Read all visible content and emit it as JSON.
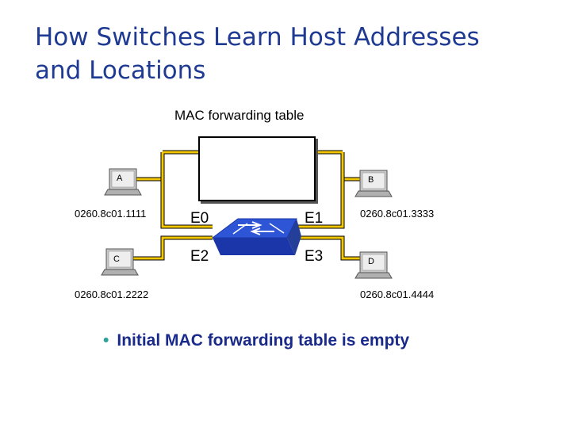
{
  "slide": {
    "title_line1": "How Switches Learn Host Addresses",
    "title_line2": "and Locations"
  },
  "table": {
    "caption": "MAC forwarding  table"
  },
  "ports": {
    "e0": "E0",
    "e1": "E1",
    "e2": "E2",
    "e3": "E3"
  },
  "hosts": {
    "a": {
      "label": "A",
      "mac": "0260.8c01.1111"
    },
    "b": {
      "label": "B",
      "mac": "0260.8c01.3333"
    },
    "c": {
      "label": "C",
      "mac": "0260.8c01.2222"
    },
    "d": {
      "label": "D",
      "mac": "0260.8c01.4444"
    }
  },
  "bullet": {
    "text": "Initial MAC forwarding table is empty"
  },
  "colors": {
    "title": "#1f3a93",
    "cable": "#f2c600",
    "switch": "#2e55d6",
    "bullet_text": "#1a2a8a",
    "bullet_dot": "#2fa39a"
  }
}
